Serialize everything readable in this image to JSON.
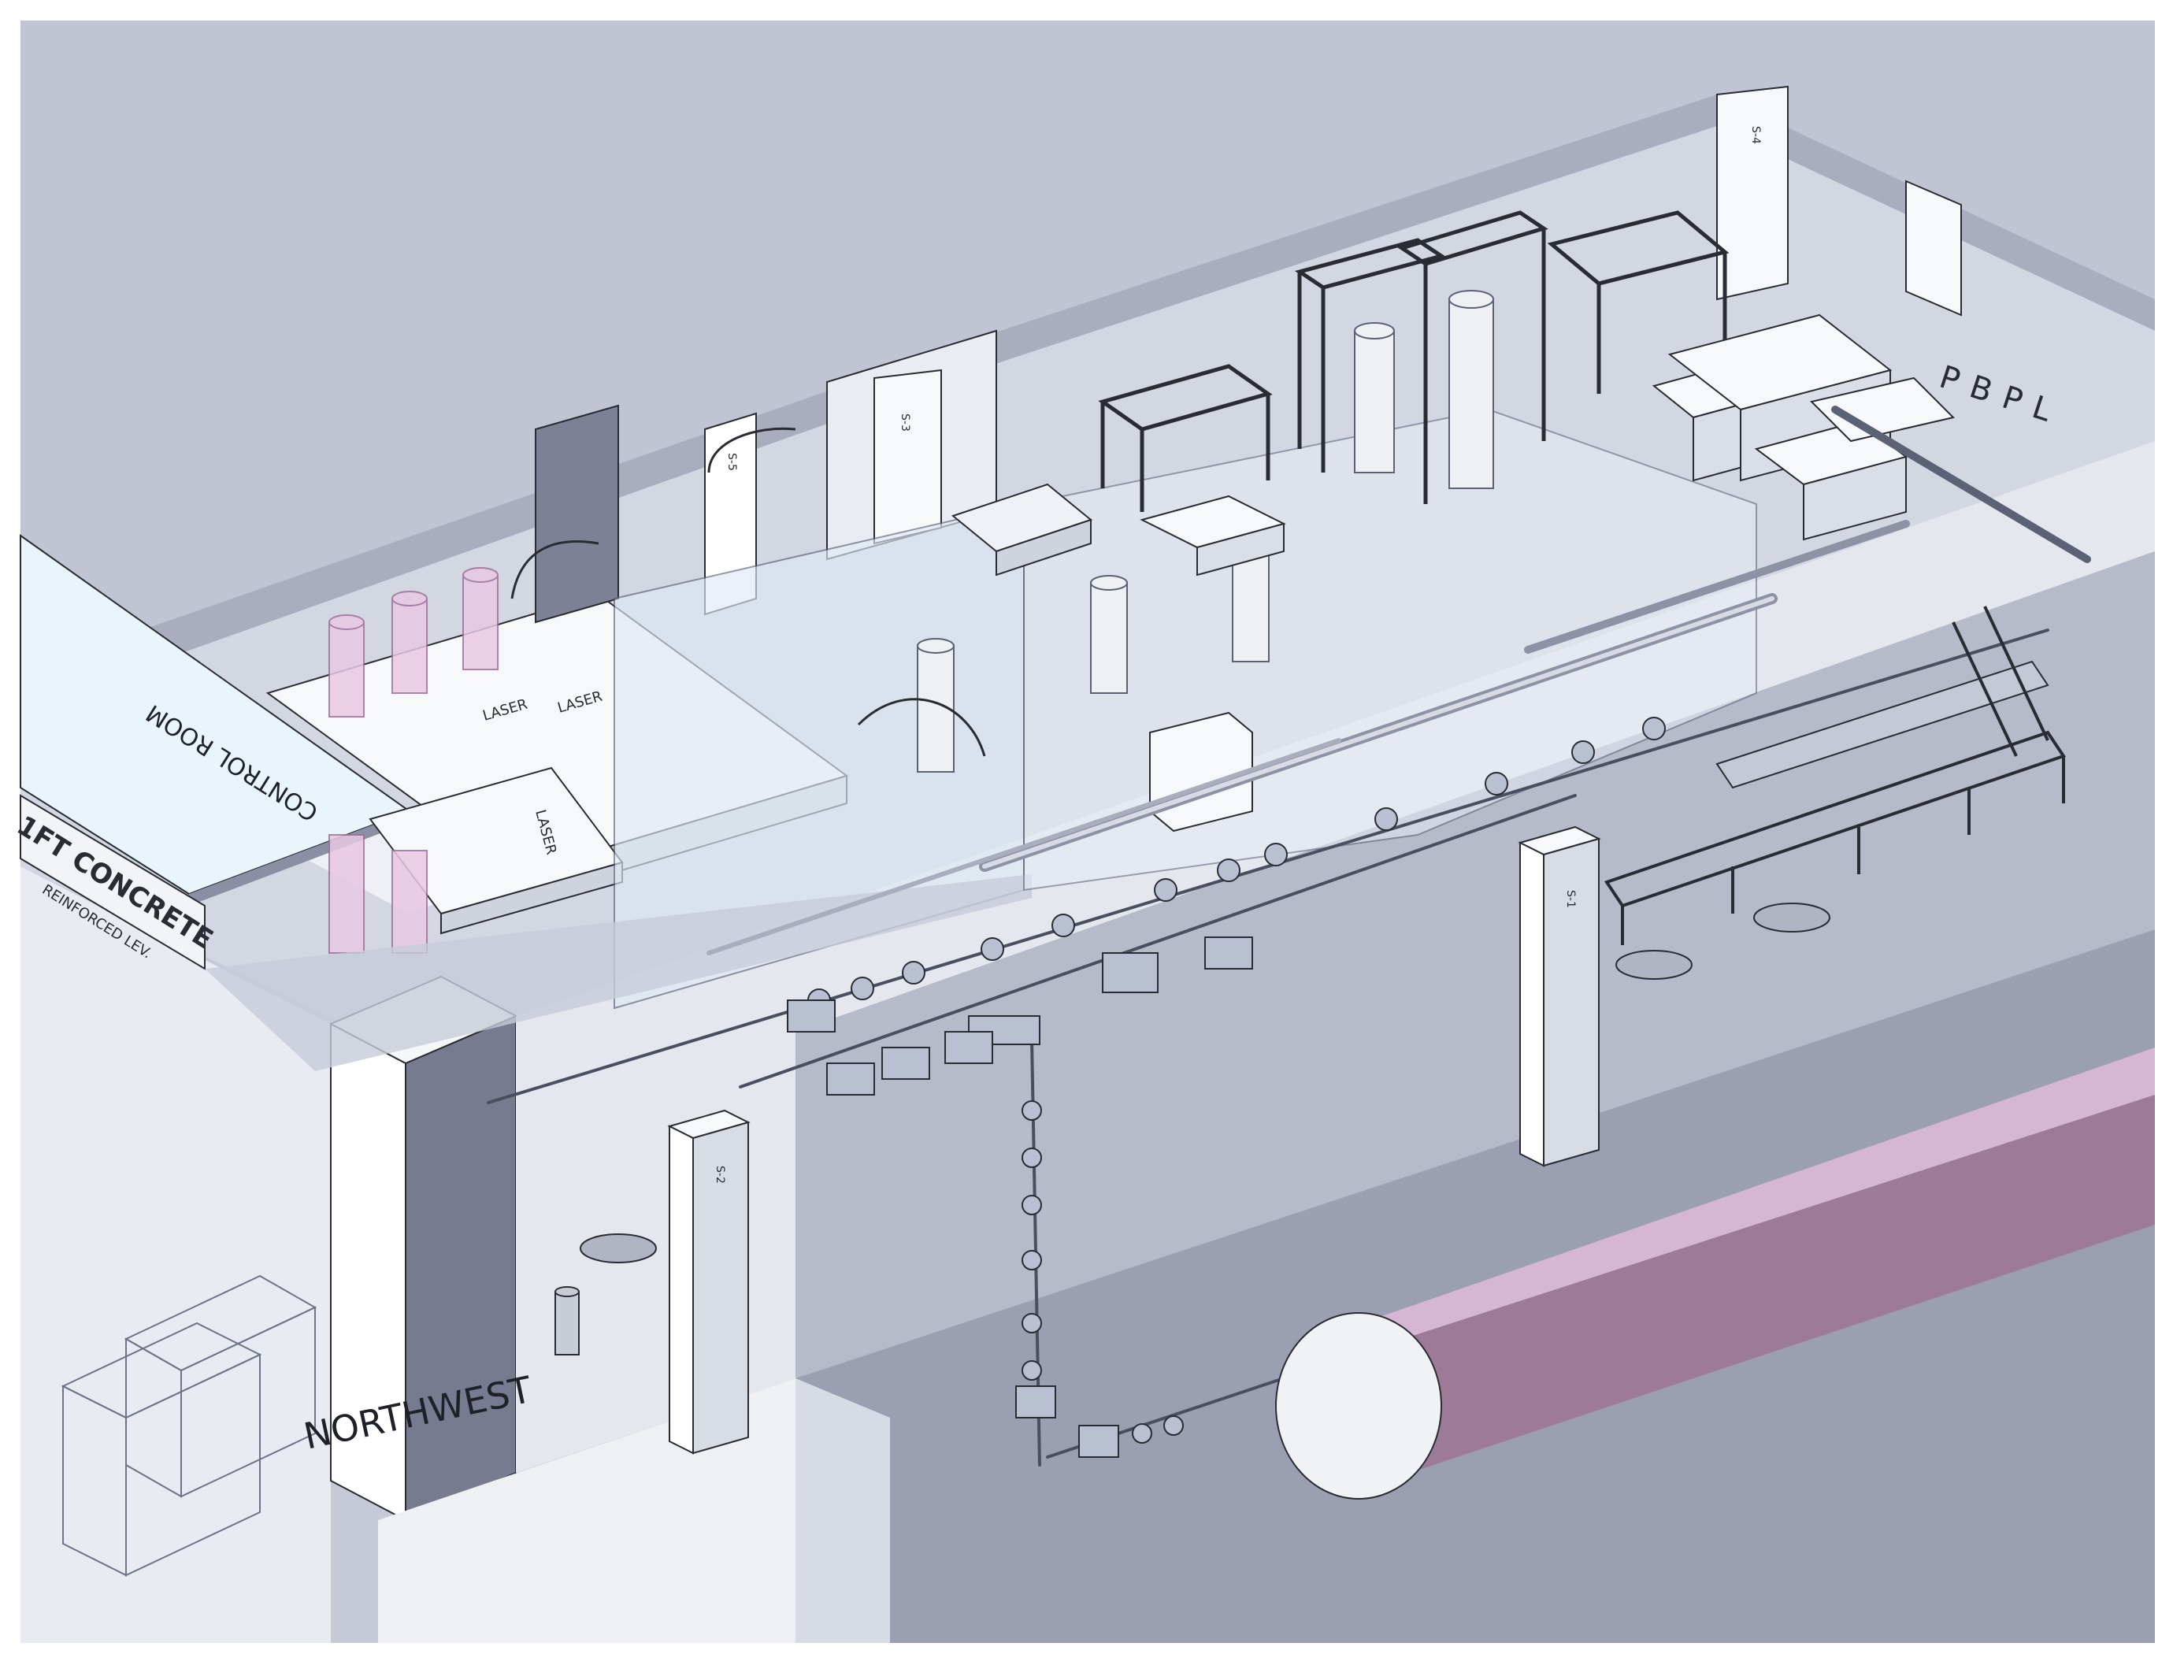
{
  "labels": {
    "control_room": "CONTROL ROOM",
    "laser_1": "LASER",
    "laser_2": "LASER",
    "laser_3": "LASER",
    "pbpl": "PBPL",
    "concrete": "1FT CONCRETE",
    "concrete_sub": "REINFORCED LEV.",
    "northwest": "NORTHWEST",
    "column_1": "S-1",
    "column_2": "S-2",
    "column_3": "S-3",
    "column_4": "S-4",
    "column_5": "S-5"
  },
  "colors": {
    "background": "#c5c9d6",
    "floor": "#ccd0dc",
    "wall_dark": "#7e8398",
    "wall_mid": "#a9adbd",
    "glass": "#dfe8f2",
    "magenta_pipe": "#9c7a98",
    "magenta_pipe_light": "#dcc0de",
    "white_block": "#f5f6f8",
    "line": "#2a2c33"
  }
}
